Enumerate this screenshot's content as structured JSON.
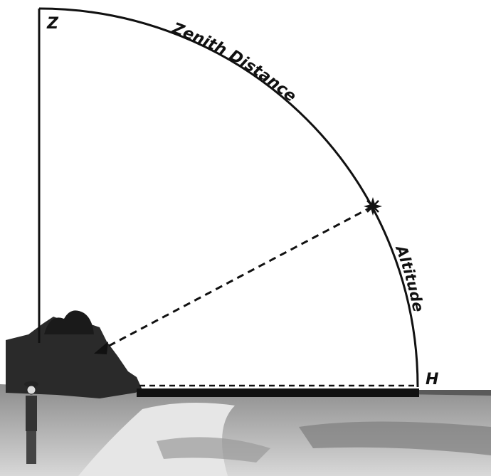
{
  "labels": {
    "zenith": "Z",
    "horizon": "H",
    "zenith_distance": "Zenith Distance",
    "altitude": "Altitude"
  },
  "colors": {
    "ink": "#111111",
    "sky": "#ffffff",
    "ground": "#b9b9b9",
    "trees": "#2a2a2a",
    "sea": "#4a4a4a"
  },
  "icons": {
    "star": "star-icon",
    "observer": "observer-figure",
    "observer_eye": "arrowhead-icon"
  }
}
